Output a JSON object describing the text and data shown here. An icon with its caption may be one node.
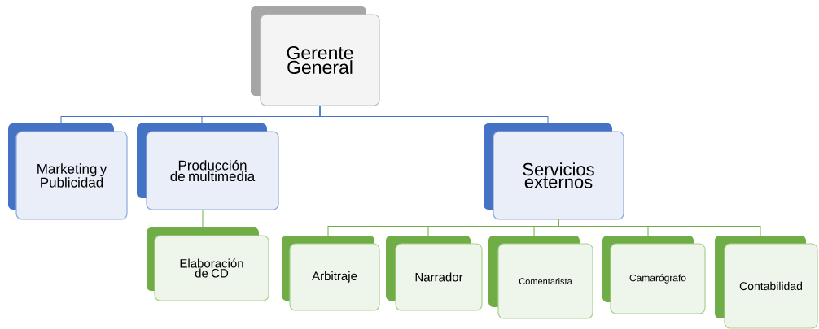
{
  "diagram": {
    "nodes": [
      {
        "text": [
          "Gerente General"
        ]
      },
      {
        "text": [
          "Marketing y Publicidad"
        ]
      },
      {
        "text": [
          "Producción de multimedia"
        ]
      },
      {
        "text": [
          "Servicios externos"
        ]
      },
      {
        "text": [
          "Elaboración de CD"
        ]
      },
      {
        "text": [
          "Arbitraje"
        ]
      },
      {
        "text": [
          "Narrador"
        ]
      },
      {
        "text": [
          "Comentarista"
        ]
      },
      {
        "text": [
          "Camarógrafo"
        ]
      },
      {
        "text": [
          "Contabilidad"
        ]
      }
    ],
    "edges": [
      {
        "from": 0,
        "to": 1,
        "arrow": "none",
        "color": "#4472c4"
      },
      {
        "from": 0,
        "to": 2,
        "arrow": "none",
        "color": "#4472c4"
      },
      {
        "from": 0,
        "to": 3,
        "arrow": "none",
        "color": "#4472c4"
      },
      {
        "from": 2,
        "to": 4,
        "arrow": "none"
      },
      {
        "from": 3,
        "to": 5,
        "arrow": "none"
      },
      {
        "from": 3,
        "to": 6,
        "arrow": "none"
      },
      {
        "from": 3,
        "to": 7,
        "arrow": "none"
      },
      {
        "from": 3,
        "to": 8,
        "arrow": "none"
      },
      {
        "from": 3,
        "to": 9,
        "arrow": "none"
      }
    ]
  }
}
